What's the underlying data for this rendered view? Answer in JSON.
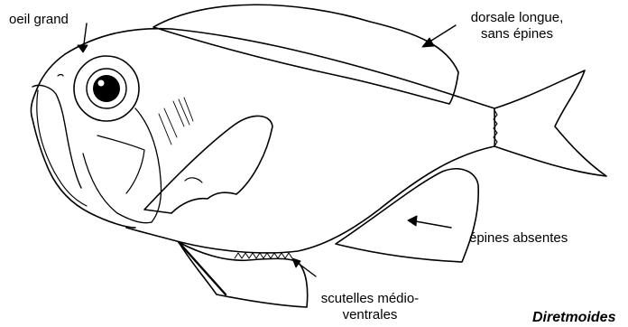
{
  "labels": {
    "eye": "oeil grand",
    "dorsal_line1": "dorsale longue,",
    "dorsal_line2": "sans épines",
    "spines": "épines absentes",
    "scutes_line1": "scutelles médio-",
    "scutes_line2": "ventrales"
  },
  "genus": "Diretmoides",
  "colors": {
    "ink": "#000000",
    "background": "#ffffff"
  }
}
